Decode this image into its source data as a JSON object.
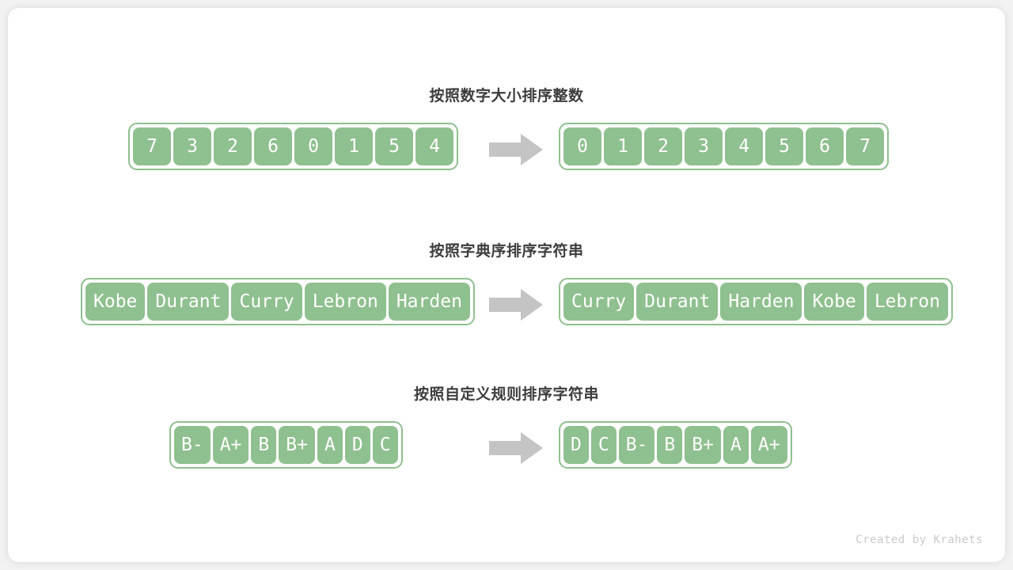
{
  "theme": {
    "page_background": "#f2f2f2",
    "card_background": "#ffffff",
    "cell_fill": "#8fc08f",
    "cell_border": "#8fc08f",
    "cell_text": "#ffffff",
    "title_text": "#3d3d3d",
    "arrow_color": "#c4c4c4",
    "credit_text": "#c9c9c9"
  },
  "rows": [
    {
      "title": "按照数字大小排序整数",
      "kind": "num",
      "input": [
        "7",
        "3",
        "2",
        "6",
        "0",
        "1",
        "5",
        "4"
      ],
      "output": [
        "0",
        "1",
        "2",
        "3",
        "4",
        "5",
        "6",
        "7"
      ],
      "arrow": "right-arrow-icon"
    },
    {
      "title": "按照字典序排序字符串",
      "kind": "word",
      "input": [
        "Kobe",
        "Durant",
        "Curry",
        "Lebron",
        "Harden"
      ],
      "output": [
        "Curry",
        "Durant",
        "Harden",
        "Kobe",
        "Lebron"
      ],
      "arrow": "right-arrow-icon"
    },
    {
      "title": "按照自定义规则排序字符串",
      "kind": "grade",
      "input": [
        "B-",
        "A+",
        "B",
        "B+",
        "A",
        "D",
        "C"
      ],
      "output": [
        "D",
        "C",
        "B-",
        "B",
        "B+",
        "A",
        "A+"
      ],
      "arrow": "right-arrow-icon"
    }
  ],
  "credit": "Created by Krahets"
}
